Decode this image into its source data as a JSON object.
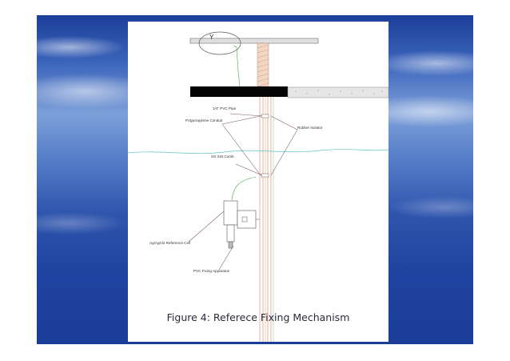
{
  "figure": {
    "caption": "Figure 4: Referece Fixing Mechanism",
    "detail_marker": "Y",
    "labels": {
      "pvc_pipe": "1/4\" PVC Pipe",
      "polypropylene_conduit": "Polypropylene Conduit",
      "rubber_isolator": "Rubber Isolator",
      "ss_comb": "SS 316 Comb",
      "reference_cell": "Ag/AgCl2 Reference Cell",
      "pvc_fixing": "PVC Fixing Apparatus"
    }
  }
}
